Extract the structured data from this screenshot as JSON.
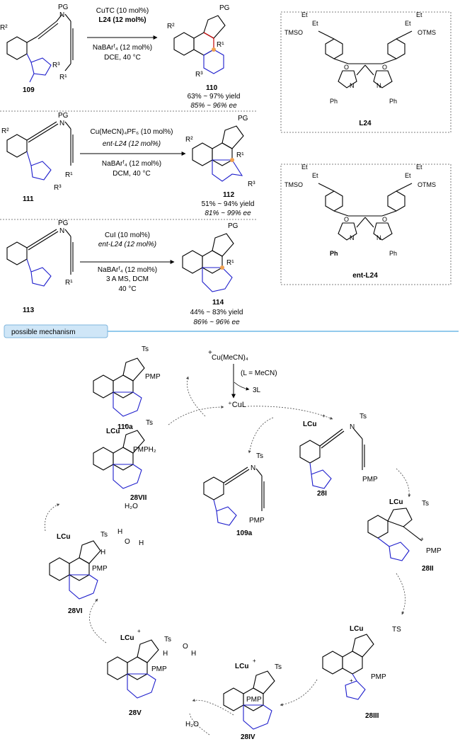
{
  "reactions": [
    {
      "sm_label": "109",
      "sm_subst": [
        "PG",
        "R²",
        "R³",
        "R¹"
      ],
      "cond": [
        "CuTC (10 mol%)",
        "L24 (12 mol%)",
        "NaBArᶠ₄ (12 mol%)",
        "DCE, 40 °C"
      ],
      "prod_label": "110",
      "prod_subst": [
        "PG",
        "R²",
        "R¹",
        "R³"
      ],
      "yield": "63% ~ 97% yield",
      "ee": "85% ~ 96% ee"
    },
    {
      "sm_label": "111",
      "sm_subst": [
        "PG",
        "R²",
        "R¹",
        "R³"
      ],
      "cond": [
        "Cu(MeCN)₄PF₆ (10 mol%)",
        "ent-L24 (12 mol%)",
        "NaBArᶠ₄ (12 mol%)",
        "DCM, 40 °C"
      ],
      "prod_label": "112",
      "prod_subst": [
        "PG",
        "R²",
        "R¹",
        "R³"
      ],
      "yield": "51% ~ 94% yield",
      "ee": "81% ~ 99% ee"
    },
    {
      "sm_label": "113",
      "sm_subst": [
        "PG",
        "R¹"
      ],
      "cond": [
        "CuI (10 mol%)",
        "ent-L24 (12 mol%)",
        "NaBArᶠ₄ (12 mol%)",
        "3 A MS, DCM",
        "40 °C"
      ],
      "prod_label": "114",
      "prod_subst": [
        "PG",
        "R¹"
      ],
      "yield": "44% ~ 83% yield",
      "ee": "86% ~ 96% ee"
    }
  ],
  "ligands": [
    {
      "label": "L24",
      "groups": [
        "Et",
        "Et",
        "TMSO",
        "Et",
        "Et",
        "OTMS",
        "Ph",
        "Ph",
        "N",
        "O",
        "N",
        "O"
      ]
    },
    {
      "label": "ent-L24",
      "groups": [
        "Et",
        "Et",
        "TMSO",
        "Et",
        "Et",
        "OTMS",
        "Ph",
        "Ph",
        "N",
        "O",
        "N",
        "O"
      ]
    }
  ],
  "mechanism": {
    "banner": "possible mechanism",
    "precursor": "Cu(MeCN)₄",
    "precursor_charge": "+",
    "ligand_note": "(L = MeCN)",
    "loss": "3L",
    "catalyst": "⁺CuL",
    "water_out": "H₂O",
    "water_in": "H₂O",
    "species": [
      {
        "label": "110a",
        "texts": [
          "Ts",
          "PMP"
        ]
      },
      {
        "label": "28VII",
        "texts": [
          "LCu",
          "+",
          "Ts",
          "PMPH₂"
        ]
      },
      {
        "label": "109a",
        "texts": [
          "Ts",
          "PMP"
        ]
      },
      {
        "label": "28I",
        "texts": [
          "LCu",
          "+",
          "Ts",
          "PMP"
        ]
      },
      {
        "label": "28II",
        "texts": [
          "LCu",
          "Ts",
          "PMP",
          "+"
        ]
      },
      {
        "label": "28III",
        "texts": [
          "LCu",
          "TS",
          "PMP",
          "+"
        ]
      },
      {
        "label": "28IV",
        "texts": [
          "LCu",
          "+",
          "Ts",
          "PMP"
        ]
      },
      {
        "label": "28V",
        "texts": [
          "LCu",
          "+",
          "Ts",
          "H",
          "O",
          "H",
          "PMP"
        ]
      },
      {
        "label": "28VI",
        "texts": [
          "LCu",
          "Ts",
          "H",
          "O",
          "H",
          "H",
          "PMP"
        ]
      }
    ]
  }
}
